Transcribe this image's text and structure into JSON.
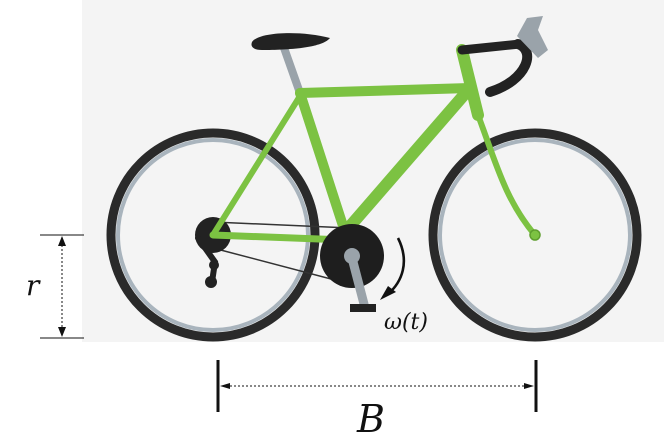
{
  "labels": {
    "wheel_radius": "r",
    "angular_speed": "ω(t)",
    "wheelbase": "B"
  },
  "colors": {
    "frame": "#7cc242",
    "frame_dark": "#5f9e2f",
    "tire": "#2a2a2a",
    "rim": "#a9b4bd",
    "component": "#222222",
    "seatpost": "#9aa3aa",
    "annotation": "#111111"
  },
  "icons": [
    "bicycle-illustration",
    "rotation-arrow-icon"
  ]
}
